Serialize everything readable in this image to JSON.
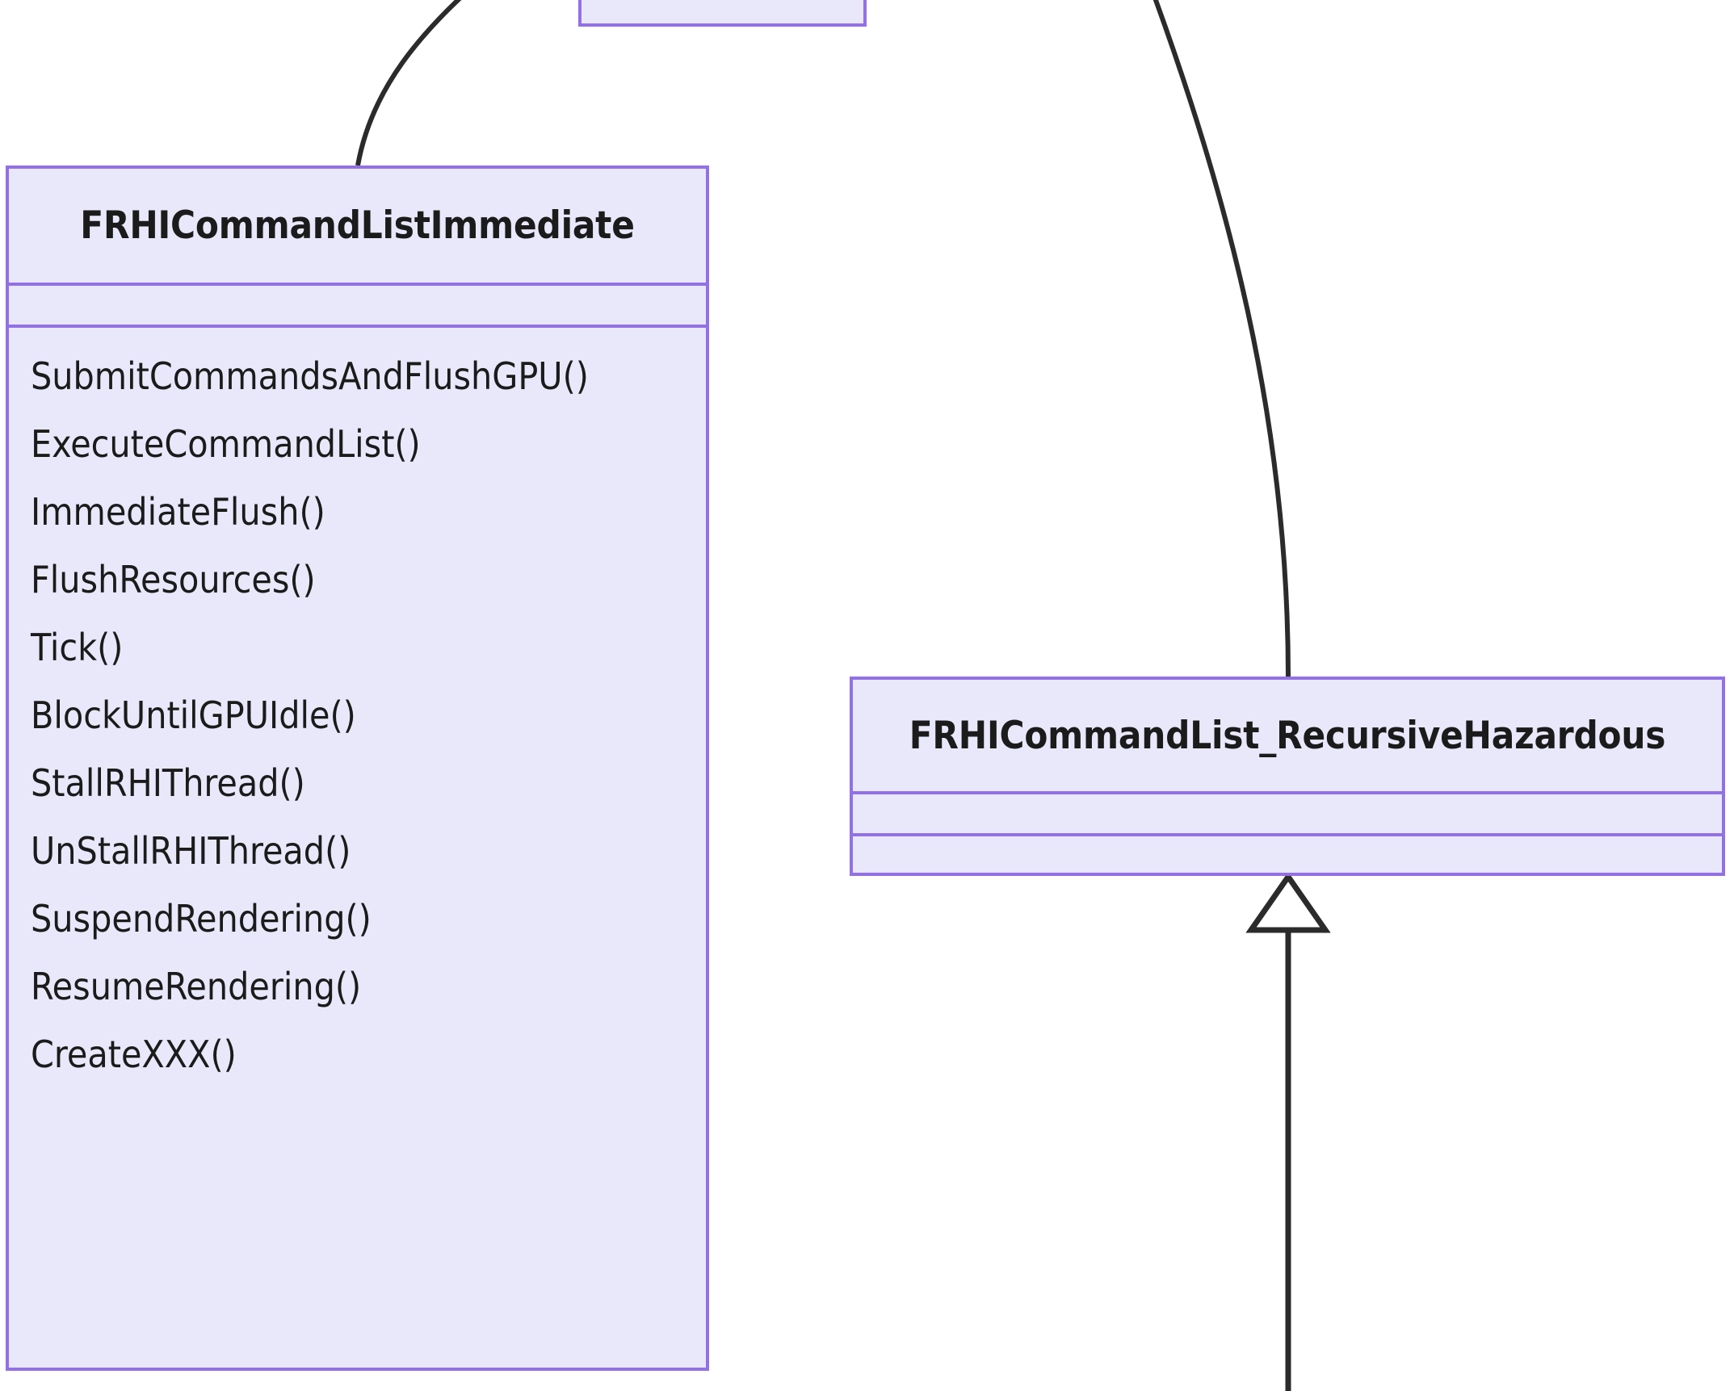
{
  "diagram": {
    "type": "uml-class-diagram",
    "title": "",
    "background_color": "#ffffff",
    "class_fill_color": "#e9e8fb",
    "class_border_color": "#9370e6",
    "edge_color": "#2b2b2b",
    "text_color": "#1b1b1b"
  },
  "classes": [
    {
      "id": "class-immediate",
      "name": "FRHICommandListImmediate",
      "attributes": [],
      "operations": [
        "SubmitCommandsAndFlushGPU()",
        "ExecuteCommandList()",
        "ImmediateFlush()",
        "FlushResources()",
        "Tick()",
        "BlockUntilGPUIdle()",
        "StallRHIThread()",
        "UnStallRHIThread()",
        "SuspendRendering()",
        "ResumeRendering()",
        "CreateXXX()"
      ]
    },
    {
      "id": "class-recursive",
      "name": "FRHICommandList_RecursiveHazardous",
      "attributes": [],
      "operations": []
    },
    {
      "id": "class-partial-top",
      "name": "",
      "attributes": [],
      "operations": []
    }
  ],
  "edges": [
    {
      "id": "edge-immediate-up",
      "from": "class-immediate",
      "to": "offscreen-parent",
      "kind": "association",
      "arrowhead": "none"
    },
    {
      "id": "edge-recursive-up",
      "from": "class-recursive",
      "to": "offscreen-parent",
      "kind": "association",
      "arrowhead": "none"
    },
    {
      "id": "edge-recursive-generalization",
      "from": "offscreen-child",
      "to": "class-recursive",
      "kind": "generalization",
      "arrowhead": "hollow-triangle"
    }
  ]
}
